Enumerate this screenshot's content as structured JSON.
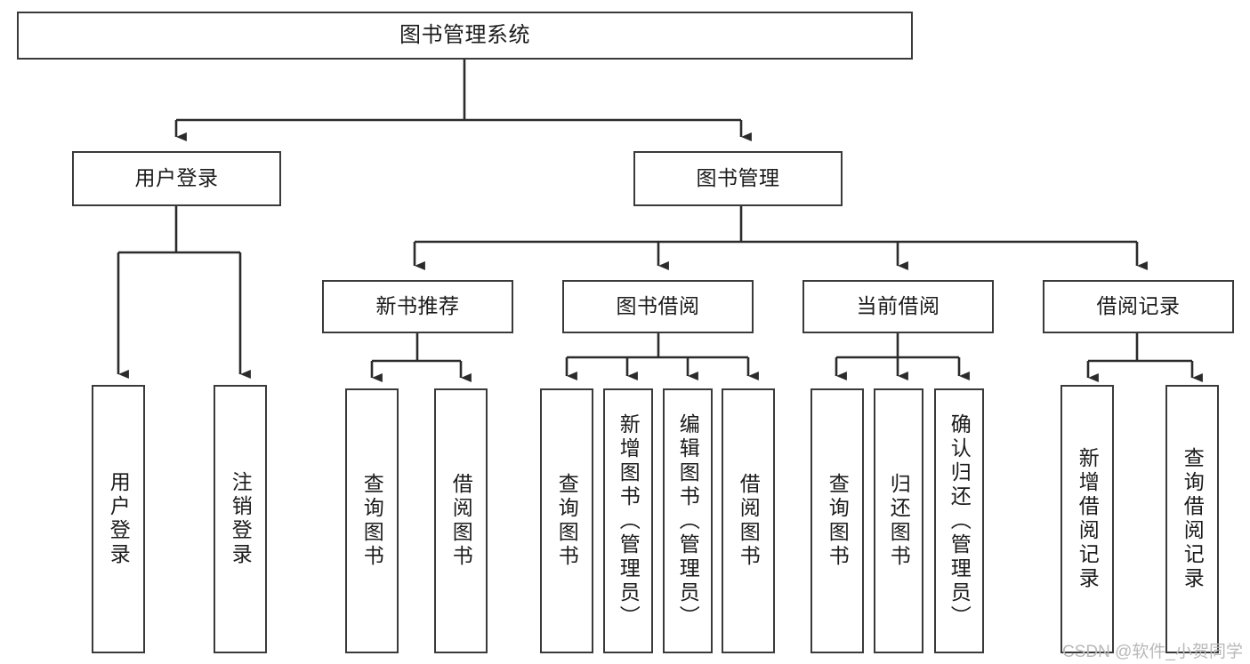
{
  "diagram": {
    "type": "tree",
    "title": "图书管理系统",
    "orientation": "top-down",
    "colors": {
      "box_border": "#3a3a3a",
      "box_fill": "#ffffff",
      "connector": "#2b2b2b",
      "text": "#1b1b1b",
      "watermark": "#b9b9b9",
      "background": "#ffffff"
    },
    "root": {
      "label": "图书管理系统"
    },
    "level2": [
      {
        "label": "用户登录"
      },
      {
        "label": "图书管理"
      }
    ],
    "level3": [
      {
        "label": "新书推荐"
      },
      {
        "label": "图书借阅"
      },
      {
        "label": "当前借阅"
      },
      {
        "label": "借阅记录"
      }
    ],
    "leaves": {
      "user_login": [
        {
          "label": "用户登录"
        },
        {
          "label": "注销登录"
        }
      ],
      "new_book": [
        {
          "label": "查询图书"
        },
        {
          "label": "借阅图书"
        }
      ],
      "borrow_book": [
        {
          "label": "查询图书"
        },
        {
          "label": "新增图书（管理员）"
        },
        {
          "label": "编辑图书（管理员）"
        },
        {
          "label": "借阅图书"
        }
      ],
      "current_borrow": [
        {
          "label": "查询图书"
        },
        {
          "label": "归还图书"
        },
        {
          "label": "确认归还（管理员）"
        }
      ],
      "borrow_record": [
        {
          "label": "新增借阅记录"
        },
        {
          "label": "查询借阅记录"
        }
      ]
    }
  },
  "watermark": {
    "text": "CSDN @软件_小贺同学"
  }
}
